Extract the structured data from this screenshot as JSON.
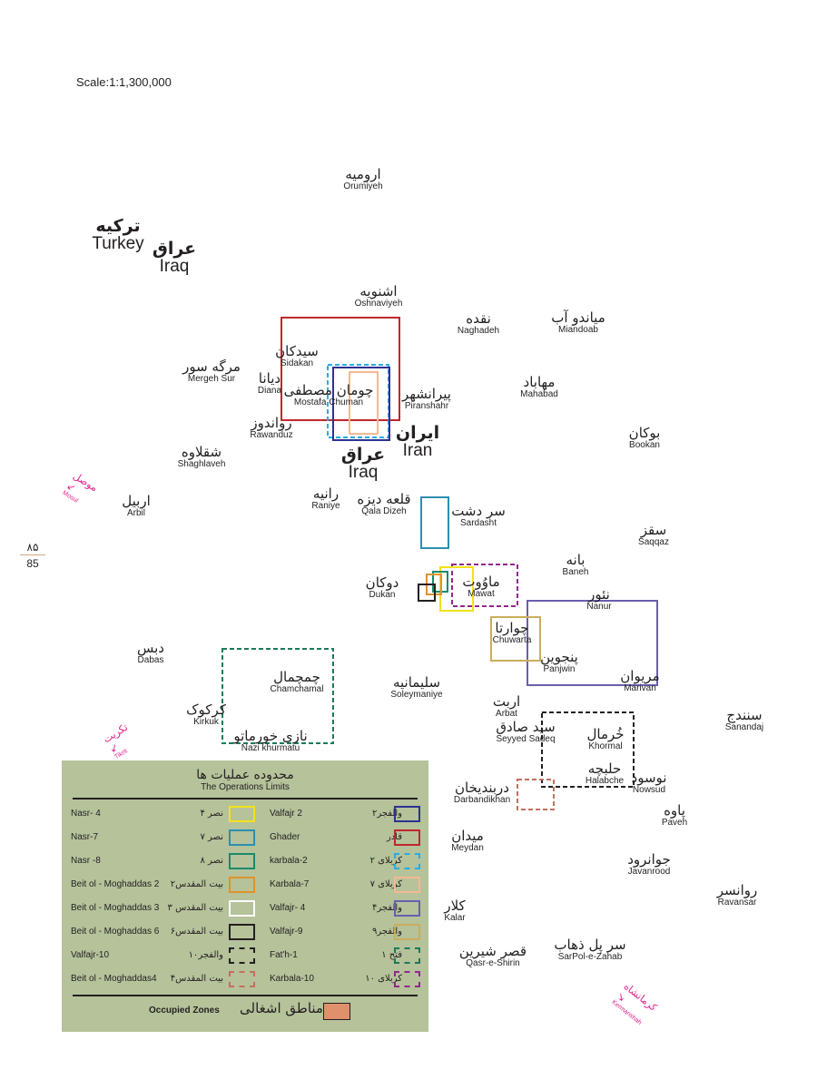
{
  "scale": "Scale:1:1,300,000",
  "page_number": {
    "fa": "۸۵",
    "en": "85"
  },
  "countries": {
    "turkey": {
      "fa": "ترکیه",
      "en": "Turkey"
    },
    "iraq_top": {
      "fa": "عراق",
      "en": "Iraq"
    },
    "iran": {
      "fa": "ایران",
      "en": "Iran"
    },
    "iraq_center": {
      "fa": "عراق",
      "en": "Iraq"
    }
  },
  "places": [
    {
      "fa": "ارومیه",
      "en": "Orumiyeh"
    },
    {
      "fa": "اشنویه",
      "en": "Oshnaviyeh"
    },
    {
      "fa": "نقده",
      "en": "Naghadeh"
    },
    {
      "fa": "میاندو آب",
      "en": "Miandoab"
    },
    {
      "fa": "سیدکان",
      "en": "Sidakan"
    },
    {
      "fa": "مرگه سور",
      "en": "Mergeh Sur"
    },
    {
      "fa": "دیانا",
      "en": "Diana"
    },
    {
      "fa": "چومان مصطفی",
      "en": "Mostafa Chuman"
    },
    {
      "fa": "پیرانشهر",
      "en": "Piranshahr"
    },
    {
      "fa": "مهاباد",
      "en": "Mahabad"
    },
    {
      "fa": "رواندوز",
      "en": "Rawanduz"
    },
    {
      "fa": "بوکان",
      "en": "Bookan"
    },
    {
      "fa": "شقلاوه",
      "en": "Shaghlaveh"
    },
    {
      "fa": "رانیه",
      "en": "Raniye"
    },
    {
      "fa": "قلعه دیزه",
      "en": "Qala Dizeh"
    },
    {
      "fa": "اربیل",
      "en": "Arbil"
    },
    {
      "fa": "سر دشت",
      "en": "Sardasht"
    },
    {
      "fa": "سقز",
      "en": "Saqqaz"
    },
    {
      "fa": "بانه",
      "en": "Baneh"
    },
    {
      "fa": "دوکان",
      "en": "Dukan"
    },
    {
      "fa": "ماوُوت",
      "en": "Mawat"
    },
    {
      "fa": "نئور",
      "en": "Nanur"
    },
    {
      "fa": "چوارتا",
      "en": "Chuwarta"
    },
    {
      "fa": "دبس",
      "en": "Dabas"
    },
    {
      "fa": "پنجوین",
      "en": "Panjwin"
    },
    {
      "fa": "مریوان",
      "en": "Marivan"
    },
    {
      "fa": "چمچمال",
      "en": "Chamchamal"
    },
    {
      "fa": "سلیمانیه",
      "en": "Soleymaniye"
    },
    {
      "fa": "کرکوک",
      "en": "Kirkuk"
    },
    {
      "fa": "اربت",
      "en": "Arbat"
    },
    {
      "fa": "سید صادق",
      "en": "Seyyed Sadeq"
    },
    {
      "fa": "سنندج",
      "en": "Sanandaj"
    },
    {
      "fa": "نازی خورماتو",
      "en": "Nazi khurmatu"
    },
    {
      "fa": "خُرمال",
      "en": "Khormal"
    },
    {
      "fa": "حلبچه",
      "en": "Halabche"
    },
    {
      "fa": "نوسود",
      "en": "Nowsud"
    },
    {
      "fa": "دربندیخان",
      "en": "Darbandikhan"
    },
    {
      "fa": "پاوه",
      "en": "Paveh"
    },
    {
      "fa": "میدان",
      "en": "Meydan"
    },
    {
      "fa": "جوانرود",
      "en": "Javanrood"
    },
    {
      "fa": "روانسر",
      "en": "Ravansar"
    },
    {
      "fa": "کلار",
      "en": "Kalar"
    },
    {
      "fa": "قصر شیرین",
      "en": "Qasr-e-Shirin"
    },
    {
      "fa": "سر پل ذهاب",
      "en": "SarPol-e-Zahab"
    }
  ],
  "arrows": {
    "mosul": {
      "fa": "موصل",
      "en": "Mosul"
    },
    "tikrit": {
      "fa": "تکریت",
      "en": "Tikrit"
    },
    "kermanshah": {
      "fa": "کرمانشاه",
      "en": "Kermanshah"
    }
  },
  "legend": {
    "title_fa": "محدوده عملیات ها",
    "title_en": "The Operations Limits",
    "rows": [
      [
        {
          "en": "Nasr- 4",
          "fa": "نصر ۴",
          "color": "#f2e21a",
          "dashed": false
        },
        {
          "en": "Valfajr 2",
          "fa": "والفجر۲",
          "color": "#2e3192",
          "dashed": false
        }
      ],
      [
        {
          "en": "Nasr-7",
          "fa": "نصر ۷",
          "color": "#2b8fb0",
          "dashed": false
        },
        {
          "en": "Ghader",
          "fa": "قادر",
          "color": "#c1272d",
          "dashed": false
        }
      ],
      [
        {
          "en": "Nasr -8",
          "fa": "نصر ۸",
          "color": "#1c8a6b",
          "dashed": false
        },
        {
          "en": "karbala-2",
          "fa": "کربلای ۲",
          "color": "#29abe2",
          "dashed": true
        }
      ],
      [
        {
          "en": "Beit ol - Moghaddas 2",
          "fa": "بیت المقدس۲",
          "color": "#e0922a",
          "dashed": false
        },
        {
          "en": "Karbala-7",
          "fa": "کربلای ۷",
          "color": "#f4b994",
          "dashed": false
        }
      ],
      [
        {
          "en": "Beit ol - Moghaddas 3",
          "fa": "بیت المقدس ۳",
          "color": "#ffffff",
          "dashed": false
        },
        {
          "en": "Valfajr- 4",
          "fa": "والفجر۴",
          "color": "#6a5fae",
          "dashed": false
        }
      ],
      [
        {
          "en": "Beit ol - Moghaddas 6",
          "fa": "بیت المقدس۶",
          "color": "#231f20",
          "dashed": false
        },
        {
          "en": "Valfajr-9",
          "fa": "والفجر۹",
          "color": "#c9ae5d",
          "dashed": false
        }
      ],
      [
        {
          "en": "Valfajr-10",
          "fa": "والفجر۱۰",
          "color": "#231f20",
          "dashed": true
        },
        {
          "en": "Fat'h-1",
          "fa": "فتح ۱",
          "color": "#1c7a5b",
          "dashed": true
        }
      ],
      [
        {
          "en": "Beit ol - Moghaddas4",
          "fa": "بیت المقدس۴",
          "color": "#c1705e",
          "dashed": true
        },
        {
          "en": "Karbala-10",
          "fa": "کربلای ۱۰",
          "color": "#93278f",
          "dashed": true
        }
      ]
    ],
    "occupied_en": "Occupied Zones",
    "occupied_fa": "مناطق اشغالی",
    "occupied_color": "#e0916c"
  }
}
